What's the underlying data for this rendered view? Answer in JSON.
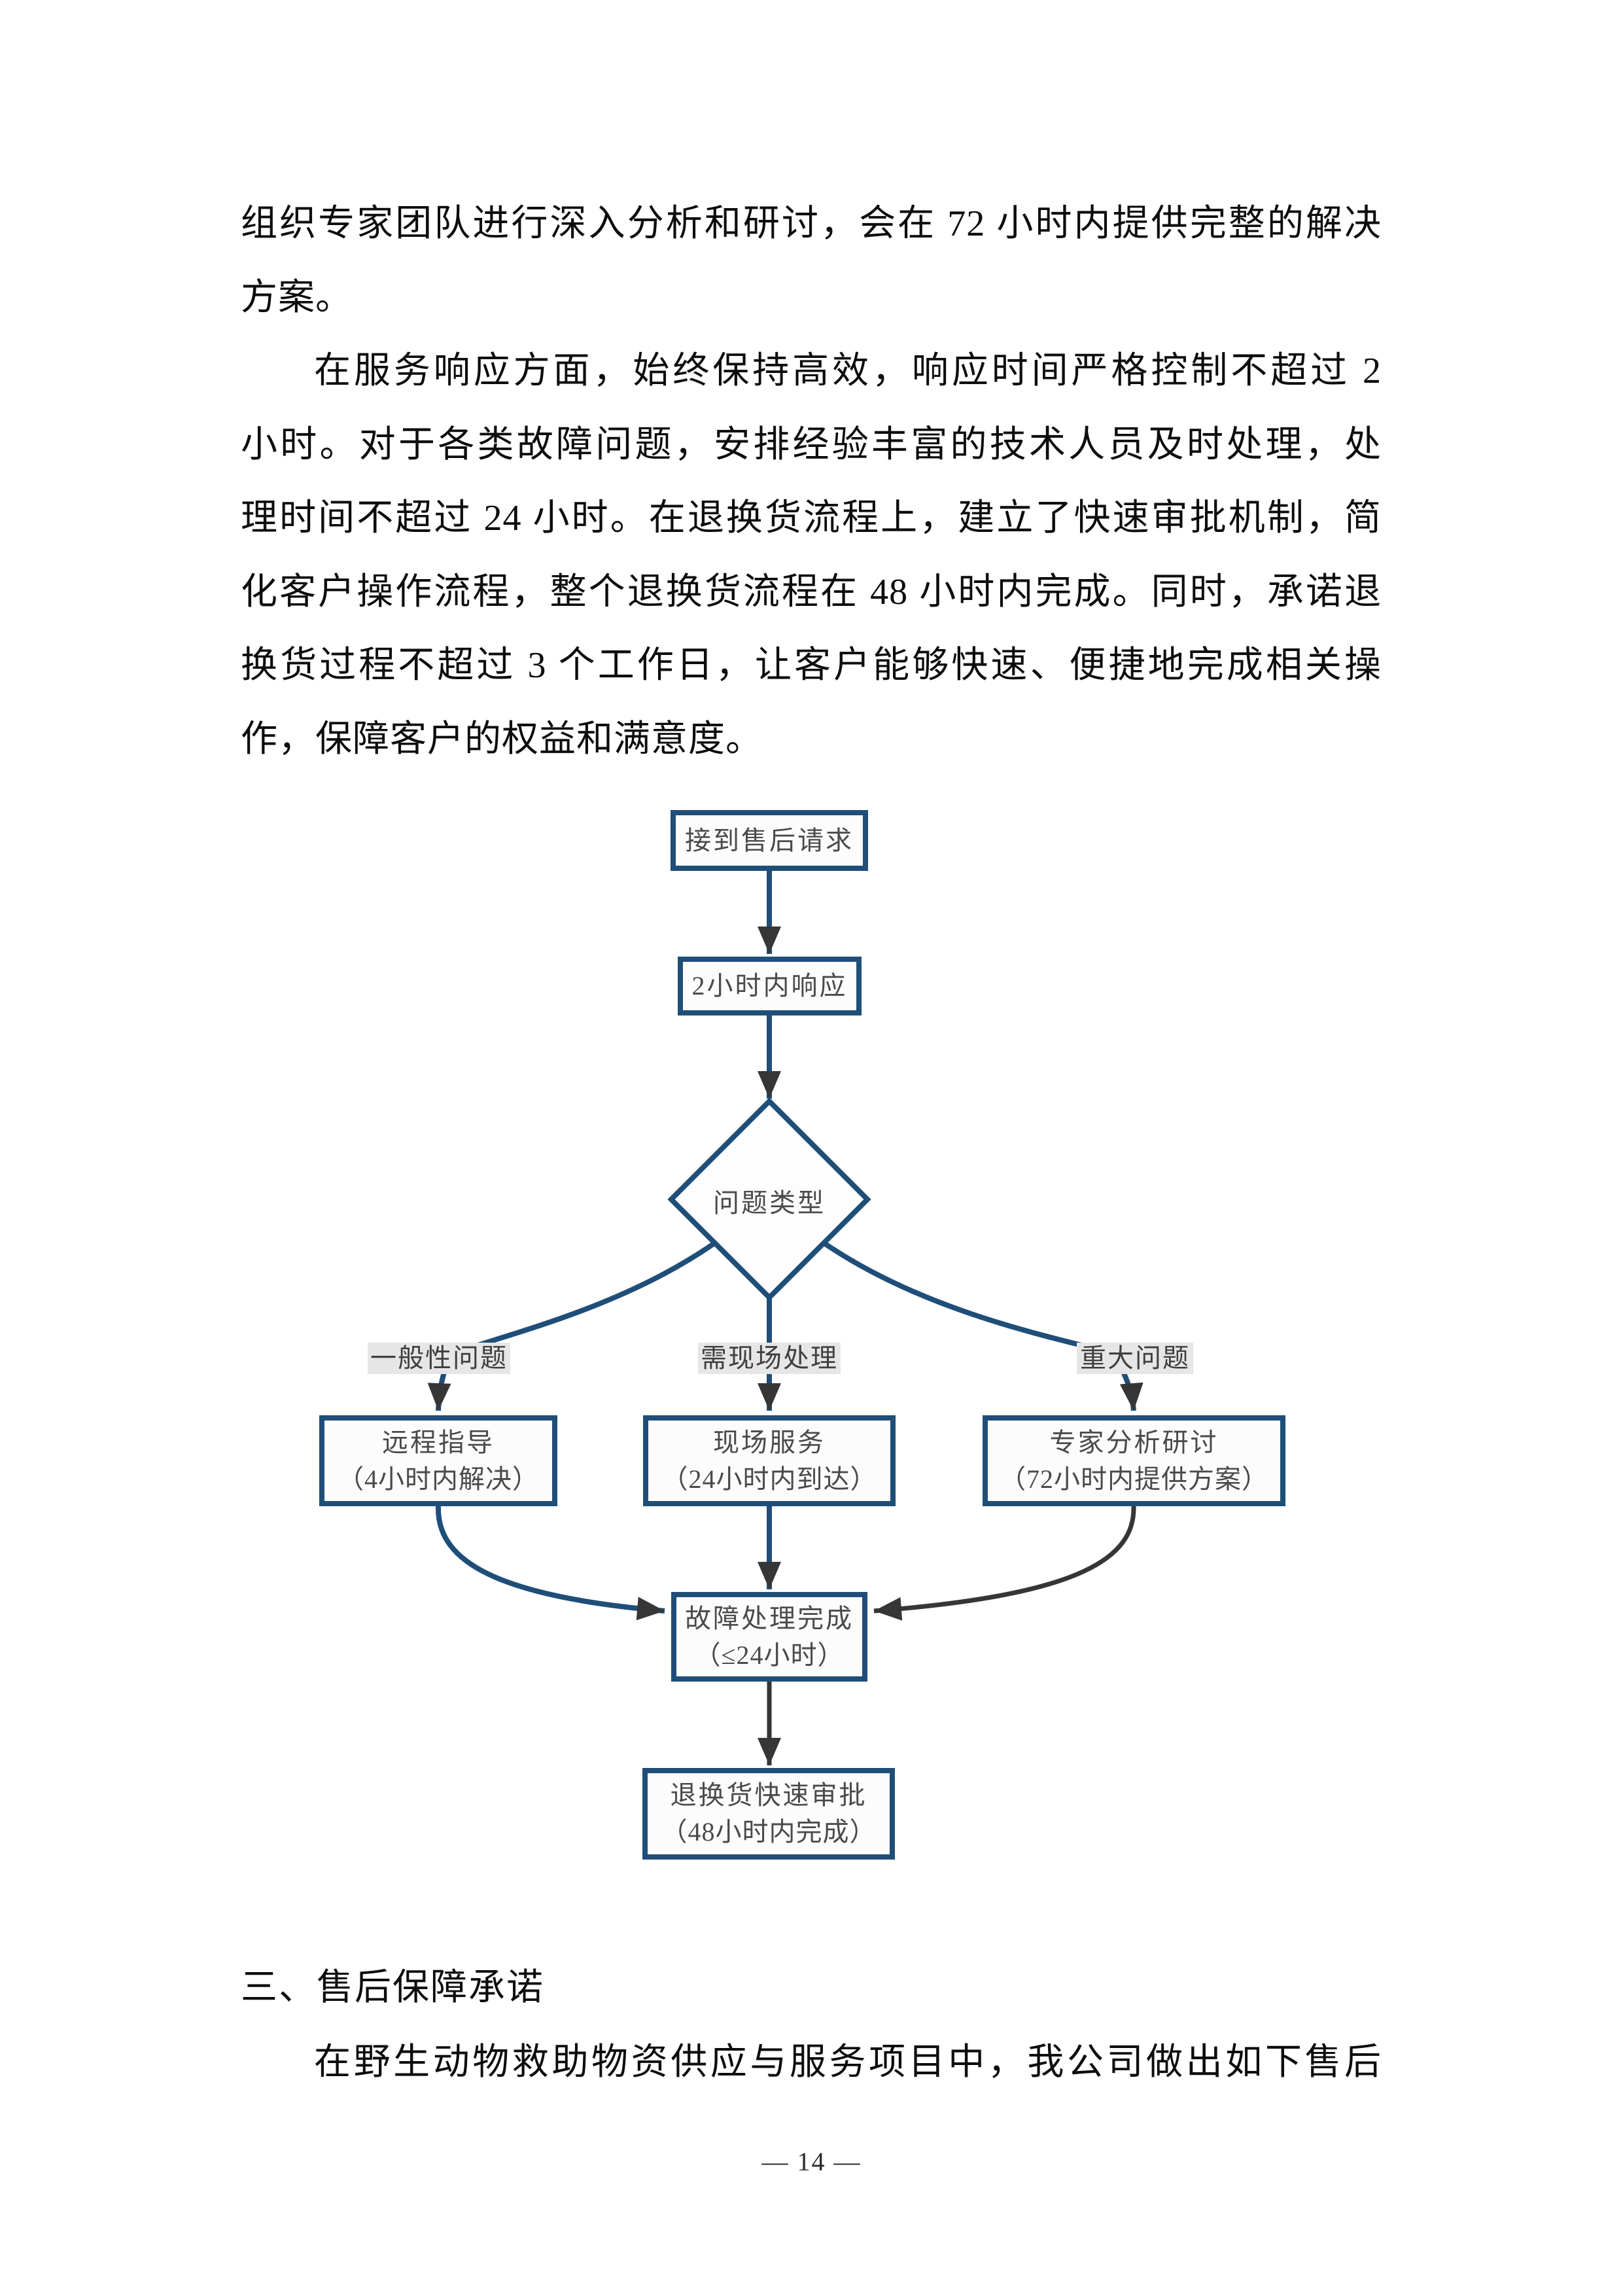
{
  "document": {
    "para1_lines": [
      "组织专家团队进行深入分析和研讨，会在 72 小时内提供完整的解决",
      "方案。"
    ],
    "para2_lines": [
      "在服务响应方面，始终保持高效，响应时间严格控制不超过 2",
      "小时。对于各类故障问题，安排经验丰富的技术人员及时处理，处",
      "理时间不超过 24 小时。在退换货流程上，建立了快速审批机制，简",
      "化客户操作流程，整个退换货流程在 48 小时内完成。同时，承诺退",
      "换货过程不超过 3 个工作日，让客户能够快速、便捷地完成相关操",
      "作，保障客户的权益和满意度。"
    ],
    "heading": "三、售后保障承诺",
    "para3_lines": [
      "在野生动物救助物资供应与服务项目中，我公司做出如下售后"
    ],
    "page_number": "— 14 —"
  },
  "flowchart": {
    "nodes": {
      "receive": {
        "label": "接到售后请求"
      },
      "respond": {
        "label": "2小时内响应"
      },
      "decision": {
        "label": "问题类型"
      },
      "remote": {
        "line1": "远程指导",
        "line2": "（4小时内解决）"
      },
      "onsite": {
        "line1": "现场服务",
        "line2": "（24小时内到达）"
      },
      "expert": {
        "line1": "专家分析研讨",
        "line2": "（72小时内提供方案）"
      },
      "complete": {
        "line1": "故障处理完成",
        "line2": "（≤24小时）"
      },
      "return_approval": {
        "line1": "退换货快速审批",
        "line2": "（48小时内完成）"
      }
    },
    "branch_labels": {
      "general": "一般性问题",
      "onsite_needed": "需现场处理",
      "major": "重大问题"
    },
    "colors": {
      "box_border": "#1F4E79",
      "connector_blue": "#1F4E79",
      "connector_dark": "#363636",
      "label_bg": "#E6E6E6",
      "node_text": "#4A4A4A"
    }
  }
}
